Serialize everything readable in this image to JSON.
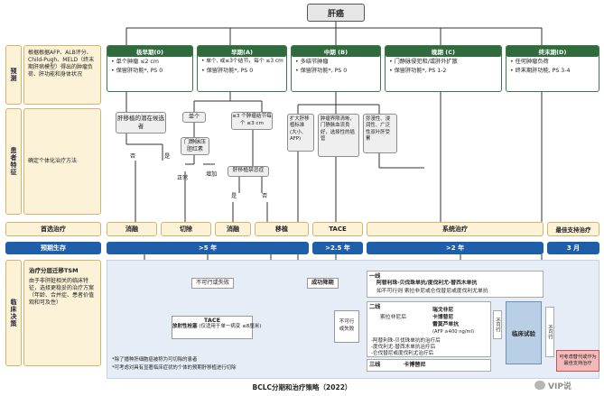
{
  "root": "肝癌",
  "left_labels": {
    "prognosis": "预测",
    "patient": "患者特征",
    "treatment": "首选治疗",
    "survival": "预期生存",
    "clinical": "临床决策"
  },
  "left_texts": {
    "prognosis": "根据根据AFP、ALB评分、Child-Pugh、MELD（终末期肝病模型）得出的肿瘤负荷、肝功能和身体状况",
    "patient": "确定个体化治疗方法",
    "clinical_title": "治疗分层迁移TSM",
    "clinical_body": "由于非肝脏相关的临床特征，选择更稳妥的治疗方案（年龄、合并症、患者价值观和可及性）"
  },
  "stages": [
    {
      "title": "极早期(0)",
      "lines": [
        "• 单个肿瘤 ≤2 cm",
        "• 保留肝功能*, PS 0"
      ]
    },
    {
      "title": "早期(A)",
      "lines": [
        "• 单个, 或≤3个结节，每个 ≤3 cm",
        "• 保留肝功能*, PS 0"
      ]
    },
    {
      "title": "中期 (B)",
      "lines": [
        "• 多结节肿瘤",
        "• 保留肝功能*, PS 0"
      ]
    },
    {
      "title": "晚期 (C)",
      "lines": [
        "• 门静脉侵犯和/或肝外扩散",
        "• 保留肝功能*, PS 1-2"
      ]
    },
    {
      "title": "终末期(D)",
      "lines": [
        "• 任何肿瘤负荷",
        "• 终末期肝功能, PS 3-4"
      ]
    }
  ],
  "mid": {
    "transplant_candidate": "肝移植的潜在候选者",
    "single": "单个",
    "le3_nodules": "≤3 个肿瘤结节每个 ≤3 cm",
    "portal": "门静脉压\n胆红素",
    "yes1": "是",
    "no1": "否",
    "normal": "正常",
    "increase": "增加",
    "transplant_contra": "肝移植禁忌症",
    "yes2": "是",
    "no2": "否",
    "b1": "扩大肝移植标准\n(大小、AFP)",
    "b2": "肿瘤界限清晰，门静脉血流良好，选择性的插管",
    "b3": "弥漫性、浸润性、广泛性双叶肝受累"
  },
  "treatments": [
    "消融",
    "切除",
    "消融",
    "移植",
    "TACE",
    "系统治疗",
    "最佳支持治疗"
  ],
  "survival": [
    ">5 年",
    ">2.5 年",
    ">2 年",
    "3 月"
  ],
  "bottom": {
    "not_feasible": "不可行或失败",
    "success_down": "成功降期",
    "not_feasible_fail": "不可行或失败",
    "tace_label": "TACE",
    "radio": "放射性栓塞",
    "radio_note": "(仅适用于单一病变 ≤8厘米)",
    "line1": "一线",
    "l1_drugs": "阿替利珠-贝伐珠单抗/度伐利尤-替西木单抗",
    "l1_alt": "如不可行则 索拉非尼或仑伐替尼或度伐利尤单抗",
    "line2": "二线",
    "sorafenib_after": "索拉非尼后",
    "l2_a": "瑞戈非尼",
    "l2_b": "卡博替尼",
    "l2_c": "雷莫芦单抗",
    "l2_c_note": "(AFP ≥400 ng/ml)",
    "not_feasible_v": "不可行",
    "other_1": "-阿替利珠-贝伐珠单抗的治疗后",
    "other_2": "-度伐利尤-替西木单抗治疗后",
    "other_3": "-仑伐替尼或度伐利尤治疗后",
    "clinical_trial": "临床试验",
    "line3": "三线",
    "l3": "卡博替尼",
    "not_feasible_v2": "不可行",
    "red_box": "可考虑替代或作为\n最佳支持治疗",
    "footnote1": "*除了播种肝细胞癌被称为可切除的患者",
    "footnote2": "*可考虑对具有显著临床症状的个体的预期肝移植进行切除",
    "caption": "BCLC分期和治疗策略（2022）",
    "wechat": "VIP说"
  },
  "colors": {
    "green": "#2f6b3c",
    "cream": "#fbf2d8",
    "blue": "#1f5ea8",
    "red": "#f4b9b9"
  }
}
